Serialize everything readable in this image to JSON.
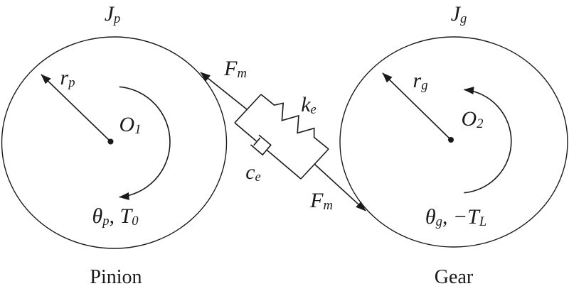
{
  "diagram": {
    "colors": {
      "ink": "#1a1a1a",
      "background": "#ffffff"
    },
    "pinion": {
      "caption": "Pinion",
      "inertia": {
        "base": "J",
        "sub": "p"
      },
      "radius": {
        "base": "r",
        "sub": "p"
      },
      "center": {
        "base": "O",
        "sub": "1"
      },
      "rotation": {
        "base1": "θ",
        "sub1": "p",
        "mid": ", ",
        "base2": "T",
        "sub2": "0"
      }
    },
    "gear": {
      "caption": "Gear",
      "inertia": {
        "base": "J",
        "sub": "g"
      },
      "radius": {
        "base": "r",
        "sub": "g"
      },
      "center": {
        "base": "O",
        "sub": "2"
      },
      "rotation": {
        "base1": "θ",
        "sub1": "g",
        "mid": ", −",
        "base2": "T",
        "sub2": "L"
      }
    },
    "mesh": {
      "force_upper": {
        "base": "F",
        "sub": "m"
      },
      "force_lower": {
        "base": "F",
        "sub": "m"
      },
      "stiffness": {
        "base": "k",
        "sub": "e"
      },
      "damping": {
        "base": "c",
        "sub": "e"
      }
    }
  }
}
